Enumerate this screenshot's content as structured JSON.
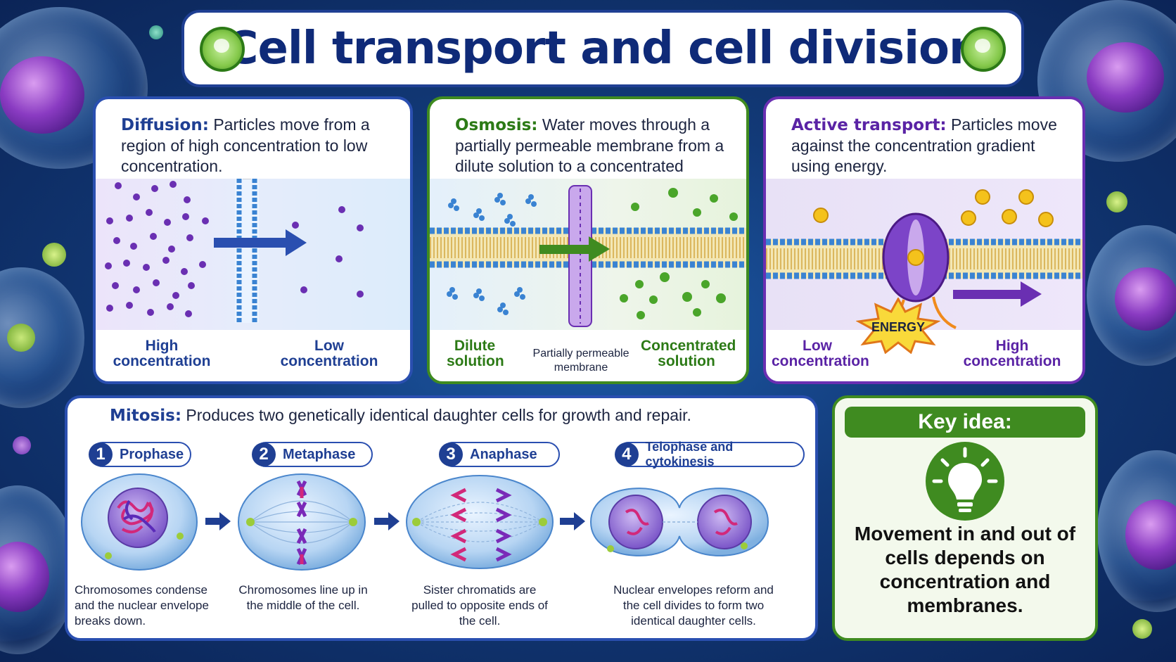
{
  "title": "Cell transport and cell division",
  "icons": {
    "title_left": "cell-icon",
    "title_right": "cell-icon",
    "key": "lightbulb-icon"
  },
  "colors": {
    "navy": "#1f3f93",
    "green": "#3f8b20",
    "purple": "#6a2fb2"
  },
  "diffusion": {
    "term": "Diffusion:",
    "definition": "Particles move from a region of high concentration to low concentration.",
    "label_left": "High concentration",
    "label_right": "Low concentration"
  },
  "osmosis": {
    "term": "Osmosis:",
    "definition": "Water moves through a partially permeable membrane from a dilute solution to a concentrated solution.",
    "label_left": "Dilute solution",
    "label_middle": "Partially permeable membrane",
    "label_right": "Concentrated solution"
  },
  "active": {
    "term": "Active transport:",
    "definition": "Particles move against the concentration gradient using energy.",
    "label_left": "Low concentration",
    "label_energy": "ENERGY",
    "label_right": "High concentration"
  },
  "mitosis": {
    "term": "Mitosis:",
    "definition": "Produces two genetically identical daughter cells for growth and repair.",
    "steps": [
      {
        "num": "1",
        "name": "Prophase",
        "caption": "Chromosomes condense and the nuclear envelope breaks down."
      },
      {
        "num": "2",
        "name": "Metaphase",
        "caption": "Chromosomes line up in the middle of the cell."
      },
      {
        "num": "3",
        "name": "Anaphase",
        "caption": "Sister chromatids are pulled to opposite ends of the cell."
      },
      {
        "num": "4",
        "name": "Telophase and cytokinesis",
        "caption": "Nuclear envelopes reform and the cell divides to form two identical daughter cells."
      }
    ]
  },
  "key": {
    "heading": "Key idea:",
    "text": "Movement in and out of cells depends on concentration and membranes."
  }
}
